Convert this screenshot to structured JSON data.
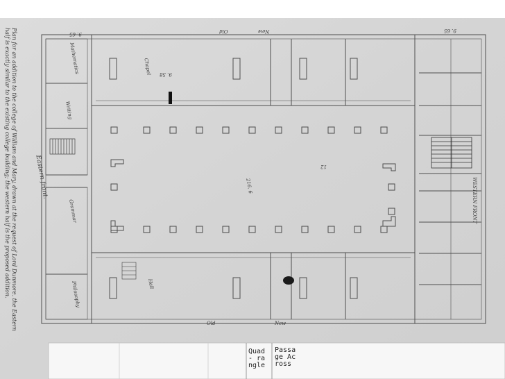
{
  "margin_note": {
    "lines": [
      "Plan for an addition to the college of William and Mary, drawn at the request of Lord Dunmore. the Eastern",
      "half is exactly similar to the existing college building; the western half is the proposed addition."
    ]
  },
  "labels": {
    "chapel": "Chapel",
    "chapel_dim": "9. 58",
    "hall": "Hall",
    "grammar": "Grammar",
    "philosophy": "Philosophy",
    "mathematics": "Mathematics",
    "writing": "Writing",
    "eastern_front": "Eastern front.",
    "old_top": "Old",
    "new_top": "New",
    "old_bottom": "Old",
    "new_bottom": "New",
    "top_left_dim": "9. 65",
    "top_right_dim": "9. 65",
    "court_dim": "216. 6",
    "right_edge": "WESTERN FRONT",
    "dim_12": "12"
  },
  "catalog_note": {
    "col1": "Passage Across",
    "col2": "Quad- rangle"
  },
  "colors": {
    "paper": "#d8d8d8",
    "ink": "#4a4a4a",
    "background": "#ffffff"
  }
}
